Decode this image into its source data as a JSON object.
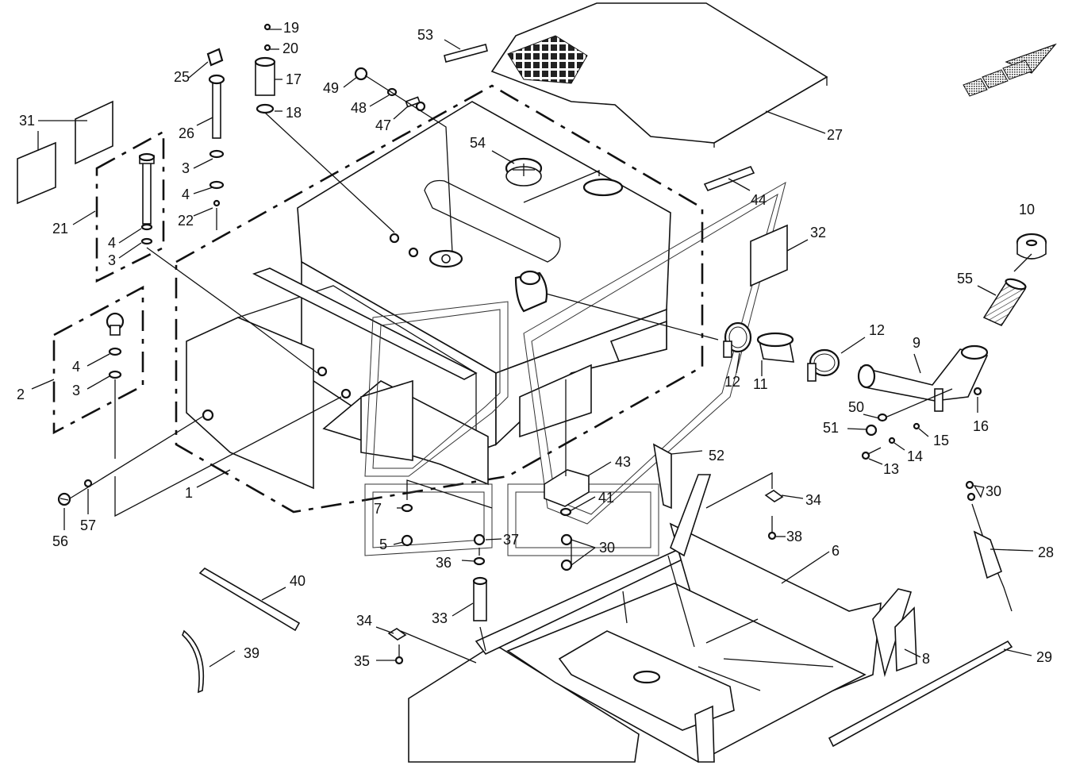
{
  "callouts": [
    {
      "id": "c1",
      "text": "1"
    },
    {
      "id": "c2",
      "text": "2"
    },
    {
      "id": "c3a",
      "text": "3"
    },
    {
      "id": "c3b",
      "text": "3"
    },
    {
      "id": "c3c",
      "text": "3"
    },
    {
      "id": "c4a",
      "text": "4"
    },
    {
      "id": "c4b",
      "text": "4"
    },
    {
      "id": "c4c",
      "text": "4"
    },
    {
      "id": "c5",
      "text": "5"
    },
    {
      "id": "c6",
      "text": "6"
    },
    {
      "id": "c7",
      "text": "7"
    },
    {
      "id": "c8",
      "text": "8"
    },
    {
      "id": "c9",
      "text": "9"
    },
    {
      "id": "c10",
      "text": "10"
    },
    {
      "id": "c11",
      "text": "11"
    },
    {
      "id": "c12a",
      "text": "12"
    },
    {
      "id": "c12b",
      "text": "12"
    },
    {
      "id": "c13",
      "text": "13"
    },
    {
      "id": "c14",
      "text": "14"
    },
    {
      "id": "c15",
      "text": "15"
    },
    {
      "id": "c16",
      "text": "16"
    },
    {
      "id": "c17",
      "text": "17"
    },
    {
      "id": "c18",
      "text": "18"
    },
    {
      "id": "c19",
      "text": "19"
    },
    {
      "id": "c20",
      "text": "20"
    },
    {
      "id": "c21",
      "text": "21"
    },
    {
      "id": "c22",
      "text": "22"
    },
    {
      "id": "c25",
      "text": "25"
    },
    {
      "id": "c26",
      "text": "26"
    },
    {
      "id": "c27",
      "text": "27"
    },
    {
      "id": "c28",
      "text": "28"
    },
    {
      "id": "c29",
      "text": "29"
    },
    {
      "id": "c30a",
      "text": "30"
    },
    {
      "id": "c30b",
      "text": "30"
    },
    {
      "id": "c31",
      "text": "31"
    },
    {
      "id": "c32",
      "text": "32"
    },
    {
      "id": "c33",
      "text": "33"
    },
    {
      "id": "c34a",
      "text": "34"
    },
    {
      "id": "c34b",
      "text": "34"
    },
    {
      "id": "c35",
      "text": "35"
    },
    {
      "id": "c36",
      "text": "36"
    },
    {
      "id": "c37",
      "text": "37"
    },
    {
      "id": "c38",
      "text": "38"
    },
    {
      "id": "c39",
      "text": "39"
    },
    {
      "id": "c40",
      "text": "40"
    },
    {
      "id": "c41",
      "text": "41"
    },
    {
      "id": "c43",
      "text": "43"
    },
    {
      "id": "c44",
      "text": "44"
    },
    {
      "id": "c47",
      "text": "47"
    },
    {
      "id": "c48",
      "text": "48"
    },
    {
      "id": "c49",
      "text": "49"
    },
    {
      "id": "c50",
      "text": "50"
    },
    {
      "id": "c51",
      "text": "51"
    },
    {
      "id": "c52",
      "text": "52"
    },
    {
      "id": "c53",
      "text": "53"
    },
    {
      "id": "c54",
      "text": "54"
    },
    {
      "id": "c55",
      "text": "55"
    },
    {
      "id": "c56",
      "text": "56"
    },
    {
      "id": "c57",
      "text": "57"
    }
  ],
  "icons": {
    "direction_arrow": "forward-direction-arrow-icon"
  }
}
